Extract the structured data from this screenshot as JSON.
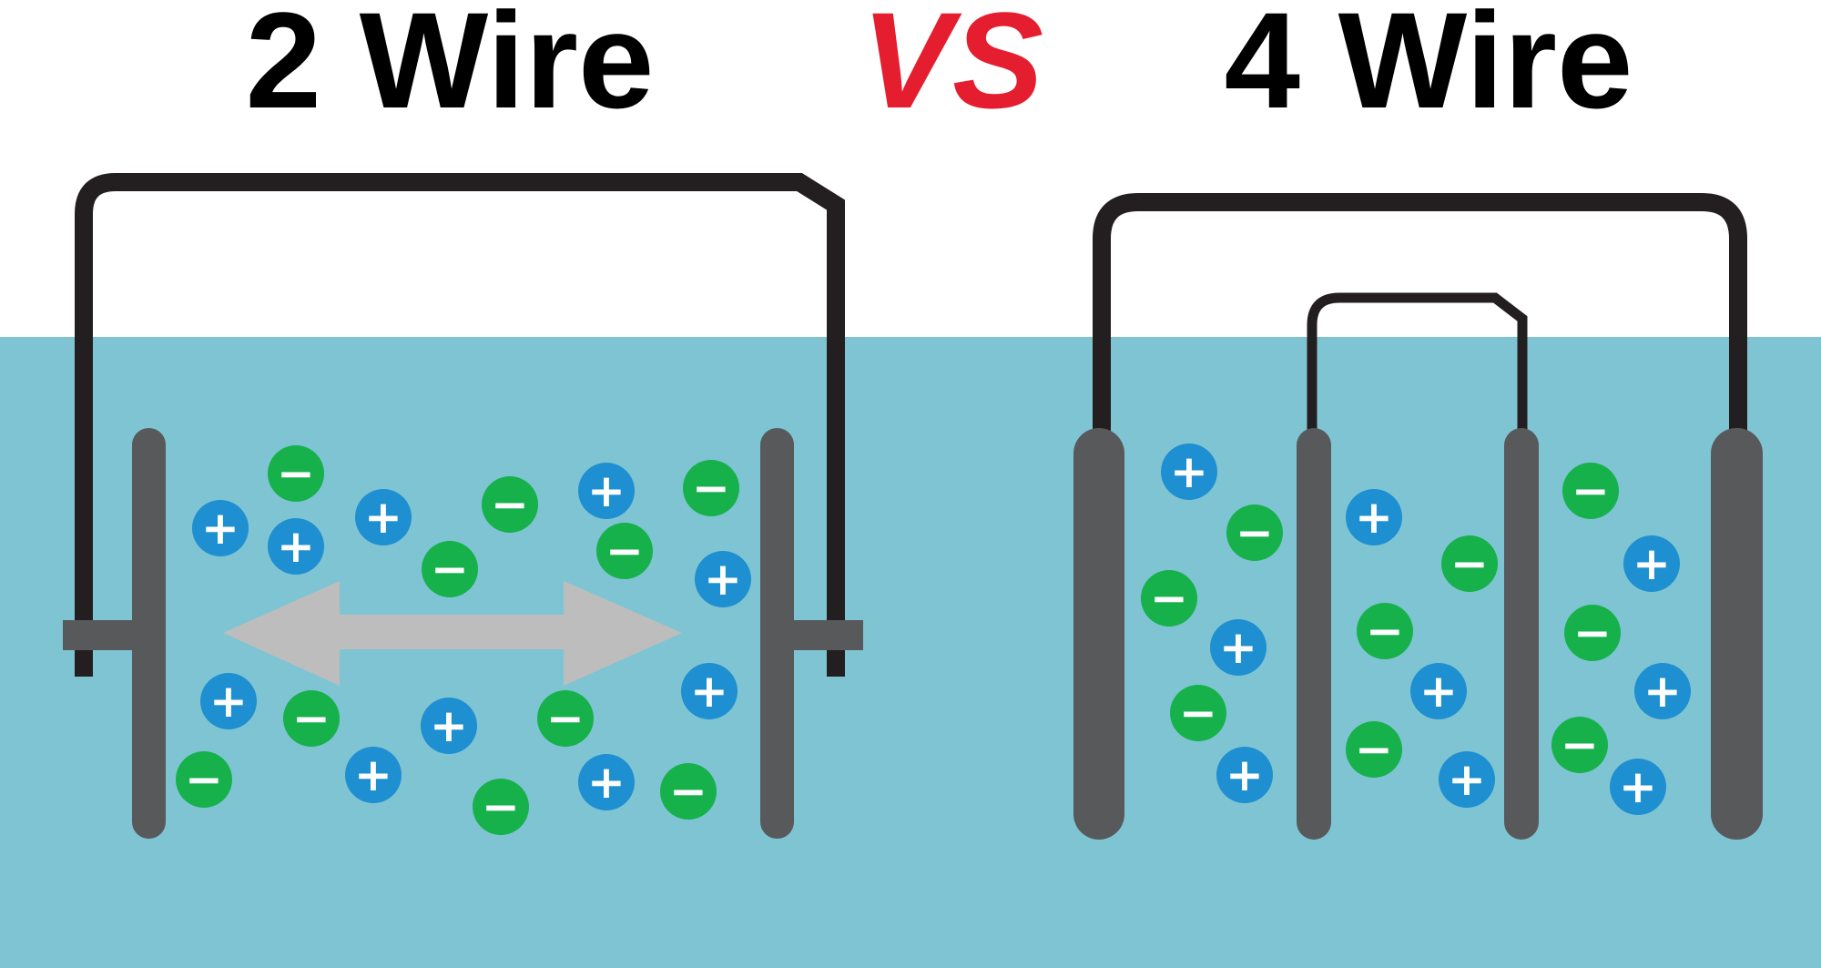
{
  "titles": {
    "left": "2 Wire",
    "vs": "VS",
    "right": "4 Wire"
  },
  "ion_signs": {
    "positive": "+",
    "negative": "−"
  },
  "colors": {
    "water": "#7fc4d3",
    "wire": "#231f20",
    "electrode": "#58595b",
    "positive_ion": "#1e8fd0",
    "negative_ion": "#16b14b",
    "arrow": "#bdbdbd",
    "vs": "#e41e2f"
  },
  "diagrams": {
    "two_wire": {
      "electrodes": 2,
      "positive_ions": 10,
      "negative_ions": 10,
      "arrow": "double-headed"
    },
    "four_wire": {
      "electrodes": 4,
      "positive_ions": 9,
      "negative_ions": 9
    }
  }
}
